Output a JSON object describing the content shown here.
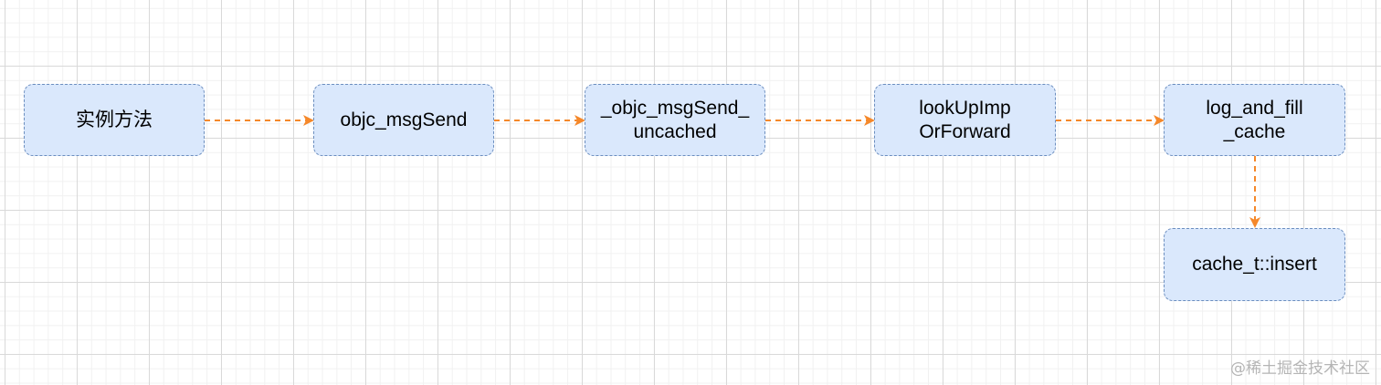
{
  "diagram": {
    "nodes": [
      {
        "id": "instance-method",
        "label": "实例方法"
      },
      {
        "id": "objc-msgsend",
        "label": "objc_msgSend"
      },
      {
        "id": "objc-msgsend-uncached",
        "label": "_objc_msgSend_\nuncached"
      },
      {
        "id": "lookupimp-orforward",
        "label": "lookUpImp\nOrForward"
      },
      {
        "id": "log-and-fill-cache",
        "label": "log_and_fill\n_cache"
      },
      {
        "id": "cache-t-insert",
        "label": "cache_t::insert"
      }
    ],
    "edges": [
      {
        "from": "instance-method",
        "to": "objc-msgsend"
      },
      {
        "from": "objc-msgsend",
        "to": "objc-msgsend-uncached"
      },
      {
        "from": "objc-msgsend-uncached",
        "to": "lookupimp-orforward"
      },
      {
        "from": "lookupimp-orforward",
        "to": "log-and-fill-cache"
      },
      {
        "from": "log-and-fill-cache",
        "to": "cache-t-insert"
      }
    ],
    "colors": {
      "node_fill": "#dae8fc",
      "node_stroke": "#6c8ebf",
      "edge": "#f5882a"
    }
  },
  "watermark": "@稀土掘金技术社区"
}
